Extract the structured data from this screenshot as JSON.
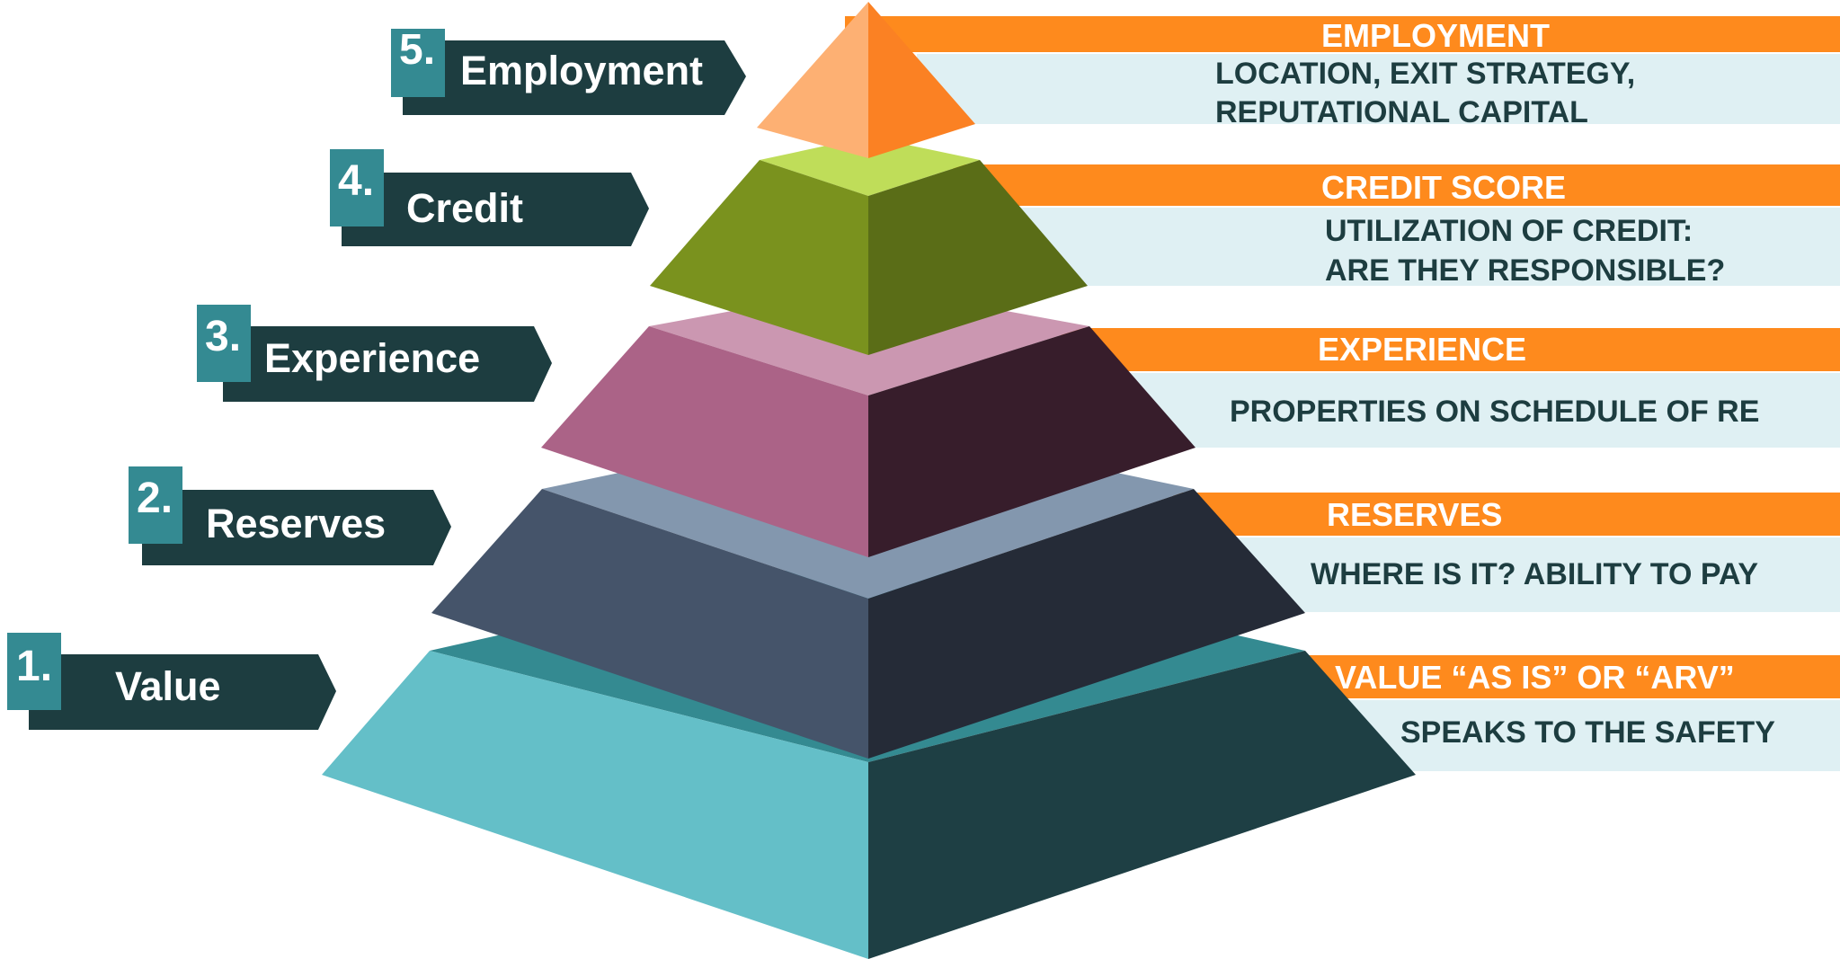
{
  "colors": {
    "label_bg": "#1d3d40",
    "number_bg": "#348a92",
    "header_bg": "#fe8a1d",
    "description_bg": "#dff0f3",
    "description_text": "#1d3d40",
    "background": "#ffffff"
  },
  "levels": [
    {
      "number": "1.",
      "label": "Value",
      "header": "VALUE “AS IS” OR “ARV”",
      "description": [
        "SPEAKS TO THE SAFETY"
      ],
      "colors": {
        "front": "#64bfc8",
        "right": "#1e3f44",
        "top": "#348a91"
      }
    },
    {
      "number": "2.",
      "label": "Reserves",
      "header": "RESERVES",
      "description": [
        "WHERE IS IT? ABILITY TO PAY"
      ],
      "colors": {
        "front": "#45546a",
        "right": "#252b37",
        "top": "#8397ae"
      }
    },
    {
      "number": "3.",
      "label": "Experience",
      "header": "EXPERIENCE",
      "description": [
        "PROPERTIES ON SCHEDULE OF RE"
      ],
      "colors": {
        "front": "#ab6387",
        "right": "#371d2b",
        "top": "#cb97b1"
      }
    },
    {
      "number": "4.",
      "label": "Credit",
      "header": "CREDIT SCORE",
      "description": [
        "UTILIZATION OF CREDIT:",
        "ARE THEY RESPONSIBLE?"
      ],
      "colors": {
        "front": "#7a921e",
        "right": "#5a6d17",
        "top": "#bfdd59"
      }
    },
    {
      "number": "5.",
      "label": "Employment",
      "header": "EMPLOYMENT",
      "description": [
        "LOCATION, EXIT STRATEGY,",
        "REPUTATIONAL CAPITAL"
      ],
      "colors": {
        "front": "#fdb073",
        "right": "#fb8123",
        "top": "#fdb073"
      }
    }
  ]
}
